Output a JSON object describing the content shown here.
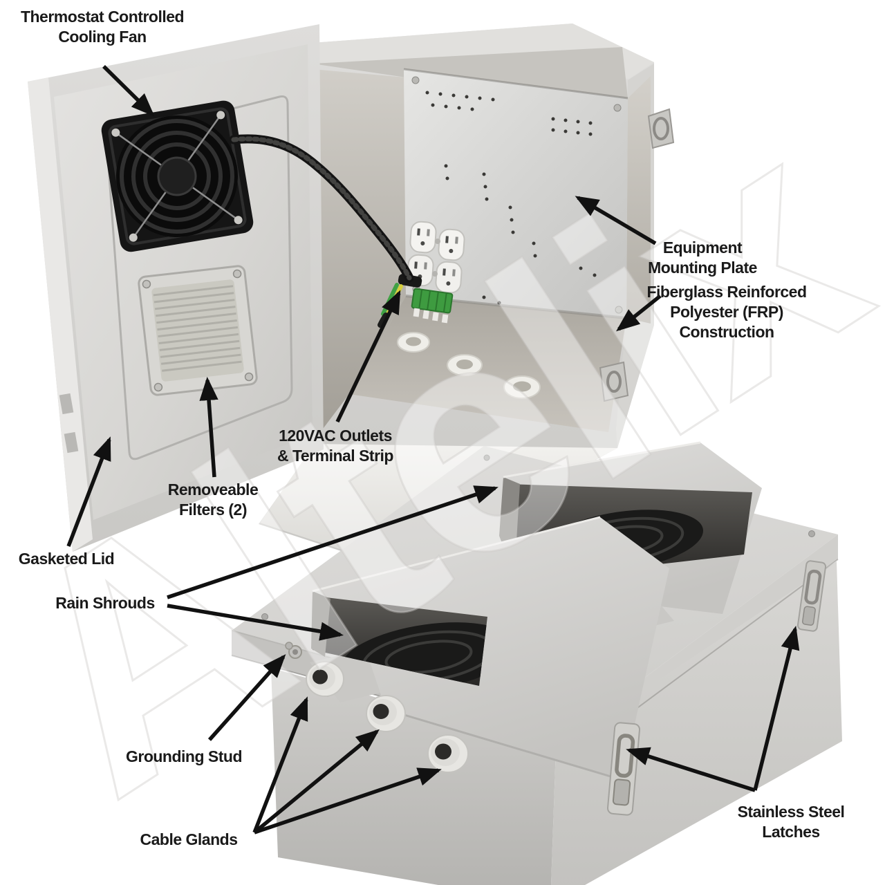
{
  "watermark_text": "Altelix",
  "callouts": {
    "cooling_fan": "Thermostat Controlled\nCooling Fan",
    "equipment_mounting_plate": "Equipment\nMounting Plate",
    "frp_construction": "Fiberglass Reinforced\nPolyester (FRP) Construction",
    "outlets_terminal_strip": "120VAC Outlets\n& Terminal Strip",
    "removeable_filters": "Removeable\nFilters (2)",
    "gasketed_lid": "Gasketed Lid",
    "rain_shrouds": "Rain Shrouds",
    "grounding_stud": "Grounding Stud",
    "cable_glands": "Cable Glands",
    "stainless_steel_latches": "Stainless Steel\nLatches"
  },
  "colors": {
    "background": "#ffffff",
    "annotation_text": "#1a1a1a",
    "arrow": "#111111",
    "enclosure_gray": "#d6d5d2",
    "mounting_plate_silver": "#d9d9d7",
    "terminal_strip_green": "#3e9b40",
    "ground_wire_yellow": "#d5cf3c",
    "ground_wire_green": "#3fa143",
    "fan_black": "#161616",
    "watermark_gray": "#cdcbc7"
  }
}
